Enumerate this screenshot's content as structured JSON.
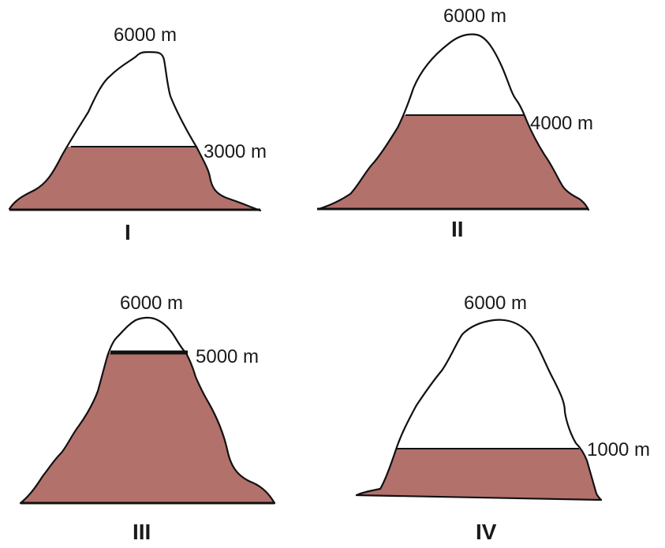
{
  "colors": {
    "lower_zone": "#b3716c",
    "outline": "#111111",
    "background": "#ffffff"
  },
  "mountains": [
    {
      "id": "I",
      "summit_label": "6000 m",
      "level_label": "3000 m"
    },
    {
      "id": "II",
      "summit_label": "6000 m",
      "level_label": "4000 m"
    },
    {
      "id": "III",
      "summit_label": "6000 m",
      "level_label": "5000 m"
    },
    {
      "id": "IV",
      "summit_label": "6000 m",
      "level_label": "1000 m"
    }
  ]
}
